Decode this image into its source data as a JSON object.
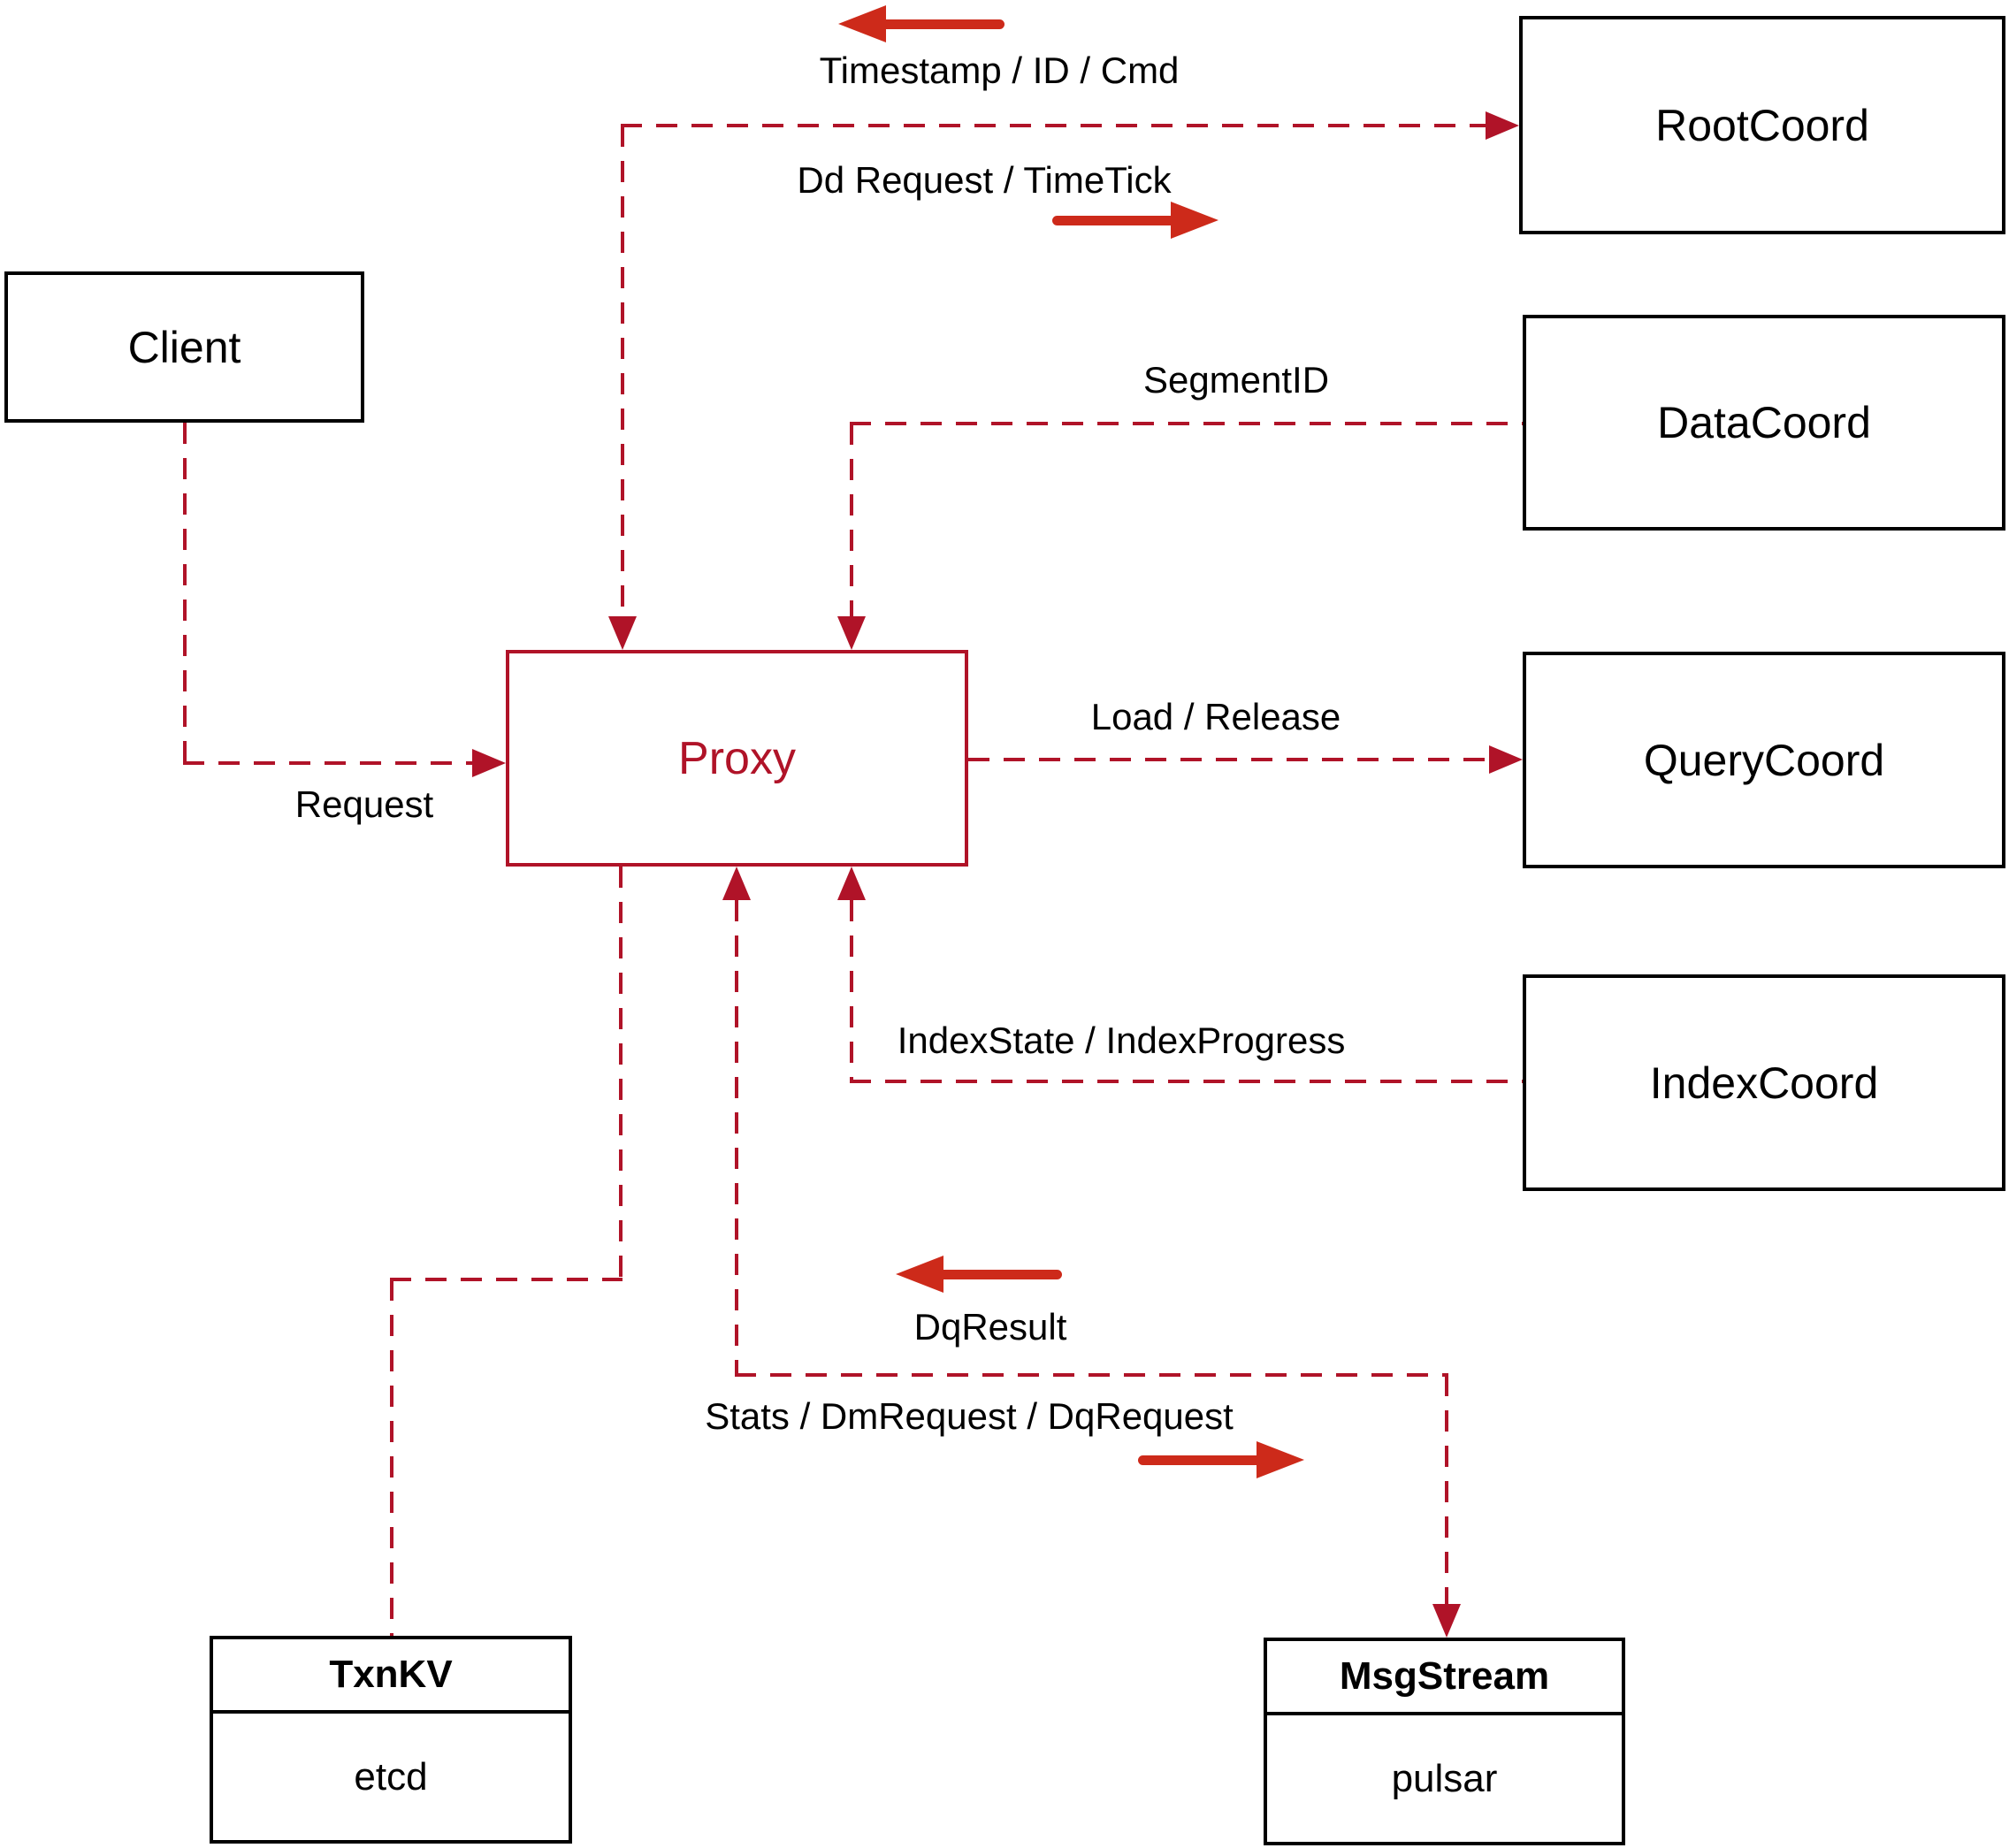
{
  "diagram": {
    "title_hint": "Proxy interaction diagram",
    "nodes": {
      "client": {
        "label": "Client"
      },
      "rootcoord": {
        "label": "RootCoord"
      },
      "datacoord": {
        "label": "DataCoord"
      },
      "querycoord": {
        "label": "QueryCoord"
      },
      "indexcoord": {
        "label": "IndexCoord"
      },
      "proxy": {
        "label": "Proxy"
      },
      "txnkv": {
        "title": "TxnKV",
        "impl": "etcd"
      },
      "msgstream": {
        "title": "MsgStream",
        "impl": "pulsar"
      }
    },
    "edge_labels": {
      "timestamp_id_cmd": "Timestamp / ID / Cmd",
      "dd_request_timetick": "Dd Request / TimeTick",
      "segment_id": "SegmentID",
      "request": "Request",
      "load_release": "Load / Release",
      "index_state": "IndexState / IndexProgress",
      "dq_result": "DqResult",
      "stats_dm_dq": "Stats / DmRequest / DqRequest"
    },
    "colors": {
      "line_red": "#b01328",
      "arrow_red": "#cd2a1a",
      "box_border": "#000000",
      "text": "#000000",
      "background": "#ffffff"
    }
  }
}
